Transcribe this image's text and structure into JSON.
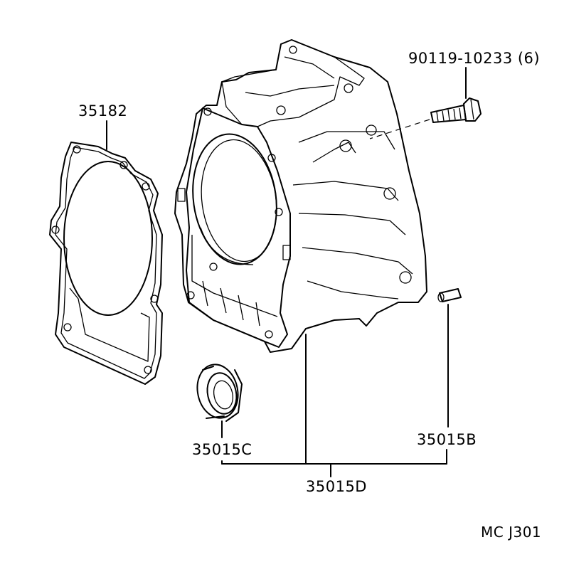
{
  "labels": {
    "bolt": "90119-10233 (6)",
    "gasket": "35182",
    "oil_seal": "35015C",
    "pin": "35015B",
    "assembly": "35015D",
    "figure_code": "MC  J301"
  }
}
